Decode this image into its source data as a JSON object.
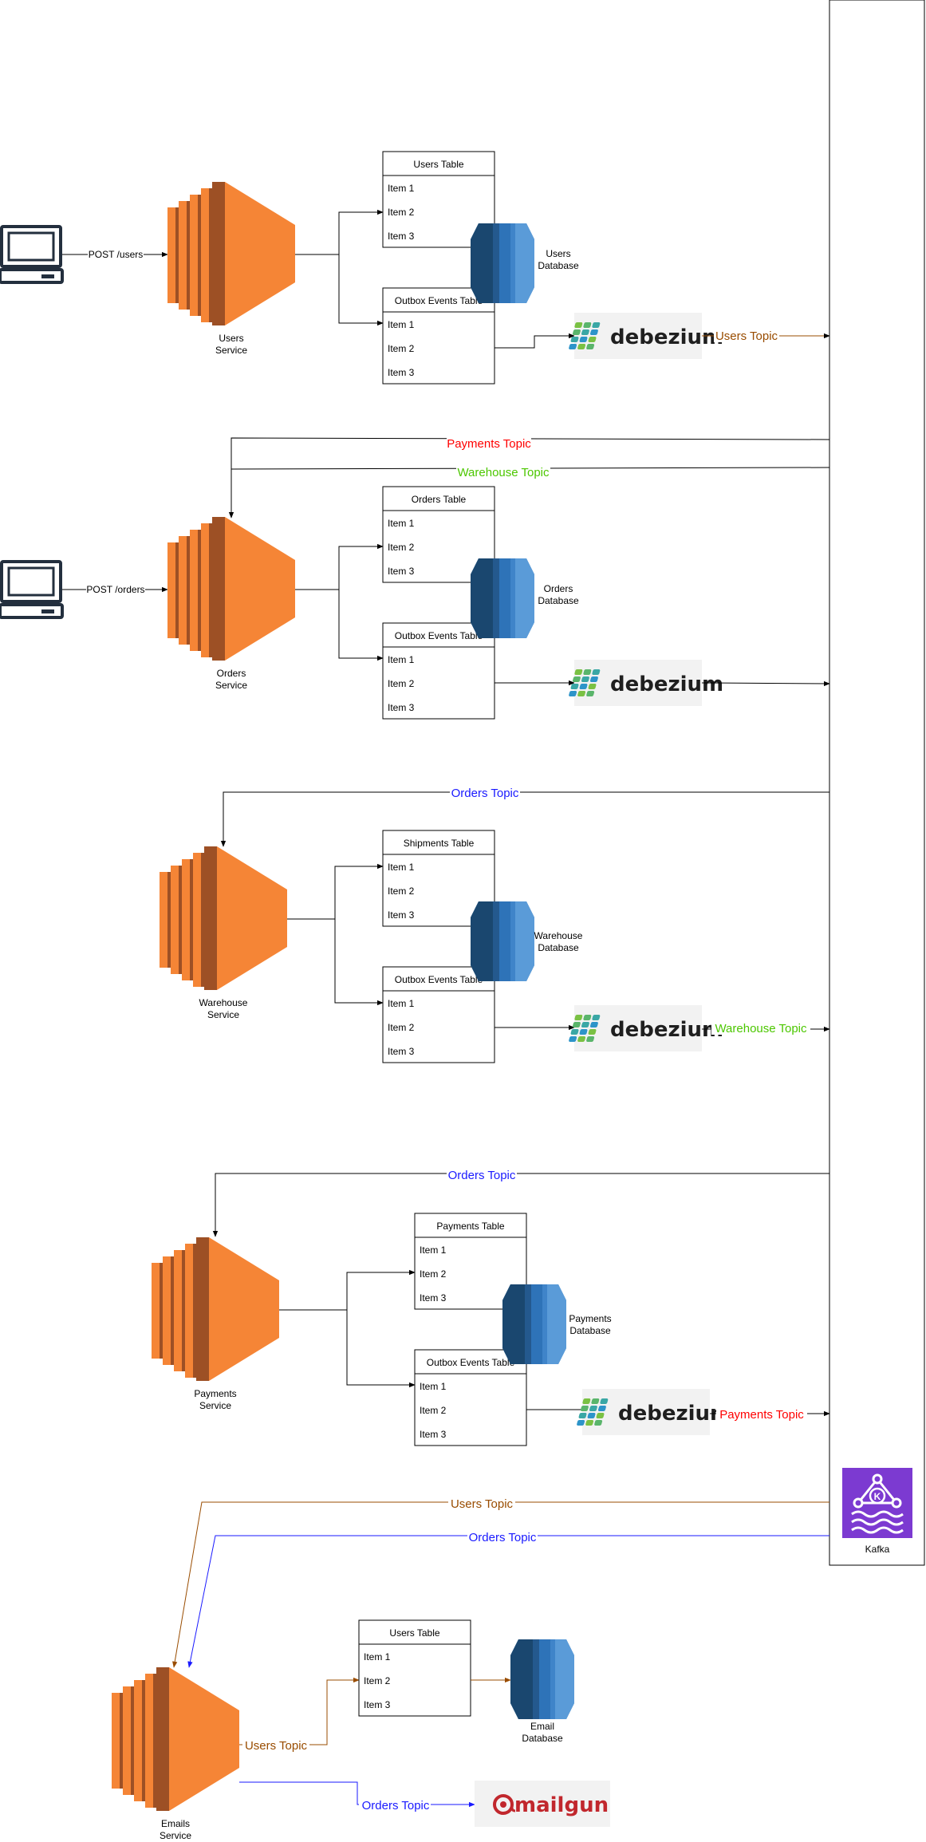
{
  "colors": {
    "line": "#000000",
    "users_topic": "#994c00",
    "payments_topic": "#ff0000",
    "warehouse_topic": "#4cc700",
    "orders_topic": "#1a1aff",
    "service_orange": "#f58536",
    "service_dark": "#9d5025",
    "service_mid": "#cd6b2e",
    "db_blue": "#2e73b8",
    "db_dark": "#1a476f",
    "db_light": "#5a9bd8",
    "kafka_purple": "#7c3ad1"
  },
  "clients": [
    {
      "icon": "laptop-icon",
      "request": "POST /users"
    },
    {
      "icon": "laptop-icon",
      "request": "POST /orders"
    }
  ],
  "services": {
    "users": "Users\nService",
    "orders": "Orders\nService",
    "warehouse": "Warehouse\nService",
    "payments": "Payments\nService",
    "emails": "Emails\nService"
  },
  "tables": {
    "users": {
      "title": "Users Table",
      "items": [
        "Item 1",
        "Item 2",
        "Item 3"
      ]
    },
    "users_outbox": {
      "title": "Outbox Events Table",
      "items": [
        "Item 1",
        "Item 2",
        "Item 3"
      ]
    },
    "orders": {
      "title": "Orders Table",
      "items": [
        "Item 1",
        "Item 2",
        "Item 3"
      ]
    },
    "orders_outbox": {
      "title": "Outbox Events Table",
      "items": [
        "Item 1",
        "Item 2",
        "Item 3"
      ]
    },
    "shipments": {
      "title": "Shipments Table",
      "items": [
        "Item 1",
        "Item 2",
        "Item 3"
      ]
    },
    "warehouse_outbox": {
      "title": "Outbox Events Table",
      "items": [
        "Item 1",
        "Item 2",
        "Item 3"
      ]
    },
    "payments": {
      "title": "Payments Table",
      "items": [
        "Item 1",
        "Item 2",
        "Item 3"
      ]
    },
    "payments_outbox": {
      "title": "Outbox Events Table",
      "items": [
        "Item 1",
        "Item 2",
        "Item 3"
      ]
    },
    "email_users": {
      "title": "Users Table",
      "items": [
        "Item 1",
        "Item 2",
        "Item 3"
      ]
    }
  },
  "databases": {
    "users": "Users\nDatabase",
    "orders": "Orders\nDatabase",
    "warehouse": "Warehouse\nDatabase",
    "payments": "Payments\nDatabase",
    "email": "Email\nDatabase"
  },
  "debezium_label": "debezium",
  "mailgun_label": "mailgun",
  "kafka_label": "Kafka",
  "topics": {
    "users_out": "Users Topic",
    "payments_in_orders": "Payments Topic",
    "warehouse_in_orders": "Warehouse Topic",
    "orders_in_warehouse": "Orders Topic",
    "warehouse_out": "Warehouse Topic",
    "orders_in_payments": "Orders Topic",
    "payments_out": "Payments Topic",
    "users_in_emails": "Users Topic",
    "orders_in_emails": "Orders Topic",
    "emails_users_edge": "Users Topic",
    "emails_orders_edge": "Orders Topic"
  }
}
